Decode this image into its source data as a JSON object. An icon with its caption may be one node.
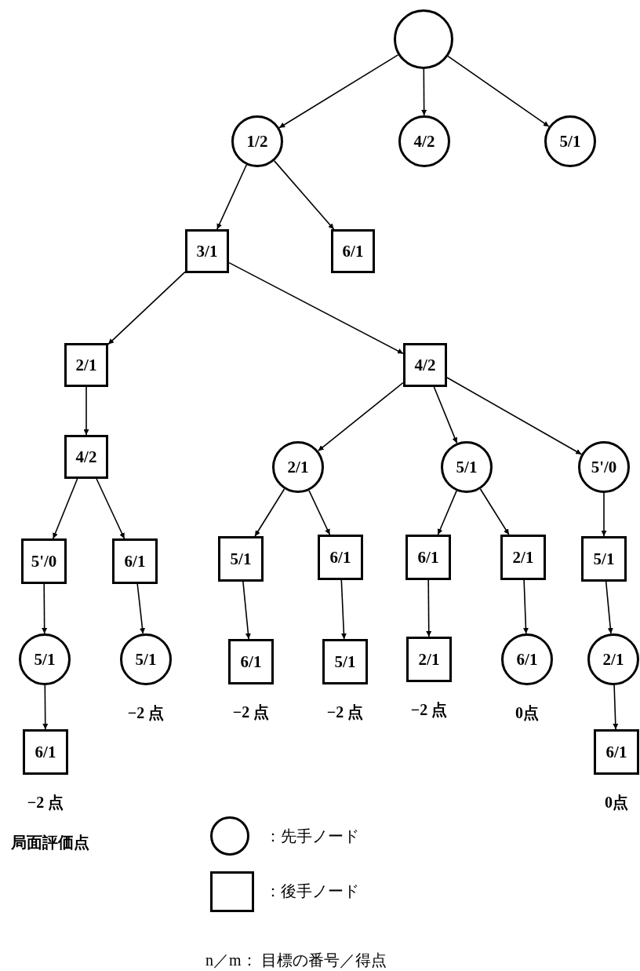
{
  "diagram": {
    "nodes": [
      {
        "text": [],
        "shape": "circle"
      },
      {
        "text": [
          "1/2"
        ]
      },
      {
        "text": [
          "4/2"
        ]
      },
      {
        "text": [
          "5/1"
        ]
      },
      {
        "text": [
          "3/1"
        ]
      },
      {
        "text": [
          "6/1"
        ]
      },
      {
        "text": [
          "2/1"
        ]
      },
      {
        "text": [
          "4/2"
        ]
      },
      {
        "text": [
          "4/2"
        ]
      },
      {
        "text": [
          "2/1"
        ]
      },
      {
        "text": [
          "5/1"
        ]
      },
      {
        "text": [
          "5'/0"
        ]
      },
      {
        "text": [
          "5'/0"
        ]
      },
      {
        "text": [
          "6/1"
        ]
      },
      {
        "text": [
          "5/1"
        ]
      },
      {
        "text": [
          "6/1"
        ]
      },
      {
        "text": [
          "6/1"
        ]
      },
      {
        "text": [
          "2/1"
        ]
      },
      {
        "text": [
          "5/1"
        ]
      },
      {
        "text": [
          "5/1"
        ]
      },
      {
        "text": [
          "5/1"
        ],
        "beside": [
          "−2 点"
        ]
      },
      {
        "text": [
          "6/1"
        ],
        "beside": [
          "−2 点"
        ]
      },
      {
        "text": [
          "5/1"
        ],
        "beside": [
          "−2 点"
        ]
      },
      {
        "text": [
          "2/1"
        ],
        "beside": [
          "−2 点"
        ]
      },
      {
        "text": [
          "6/1"
        ],
        "beside": [
          "0点"
        ]
      },
      {
        "text": [
          "2/1"
        ]
      },
      {
        "text": [
          "6/1"
        ],
        "beside": [
          "−2 点"
        ]
      },
      {
        "text": [
          "6/1"
        ],
        "beside": [
          "0点"
        ]
      }
    ],
    "edges": [
      {
        "from": 0,
        "to": 1,
        "arrow": "to"
      },
      {
        "from": 0,
        "to": 2,
        "arrow": "to"
      },
      {
        "from": 0,
        "to": 3,
        "arrow": "to"
      },
      {
        "from": 1,
        "to": 4,
        "arrow": "to"
      },
      {
        "from": 1,
        "to": 5,
        "arrow": "to"
      },
      {
        "from": 4,
        "to": 6,
        "arrow": "to"
      },
      {
        "from": 4,
        "to": 7,
        "arrow": "to"
      },
      {
        "from": 6,
        "to": 8,
        "arrow": "to"
      },
      {
        "from": 7,
        "to": 9,
        "arrow": "to"
      },
      {
        "from": 7,
        "to": 10,
        "arrow": "to"
      },
      {
        "from": 7,
        "to": 11,
        "arrow": "to"
      },
      {
        "from": 8,
        "to": 12,
        "arrow": "to"
      },
      {
        "from": 8,
        "to": 13,
        "arrow": "to"
      },
      {
        "from": 9,
        "to": 14,
        "arrow": "to"
      },
      {
        "from": 9,
        "to": 15,
        "arrow": "to"
      },
      {
        "from": 10,
        "to": 16,
        "arrow": "to"
      },
      {
        "from": 10,
        "to": 17,
        "arrow": "to"
      },
      {
        "from": 11,
        "to": 18,
        "arrow": "to"
      },
      {
        "from": 12,
        "to": 19,
        "arrow": "to"
      },
      {
        "from": 13,
        "to": 20,
        "arrow": "to"
      },
      {
        "from": 14,
        "to": 21,
        "arrow": "to"
      },
      {
        "from": 15,
        "to": 22,
        "arrow": "to"
      },
      {
        "from": 16,
        "to": 23,
        "arrow": "to"
      },
      {
        "from": 17,
        "to": 24,
        "arrow": "to"
      },
      {
        "from": 18,
        "to": 25,
        "arrow": "to"
      },
      {
        "from": 19,
        "to": 26,
        "arrow": "to"
      },
      {
        "from": 25,
        "to": 27,
        "arrow": "to"
      }
    ],
    "labels": [
      "局面評価点",
      "n／m： 目標の番号／得点"
    ],
    "legend": [
      {
        "text": "：先手ノード"
      },
      {
        "text": "：後手ノード"
      }
    ]
  }
}
